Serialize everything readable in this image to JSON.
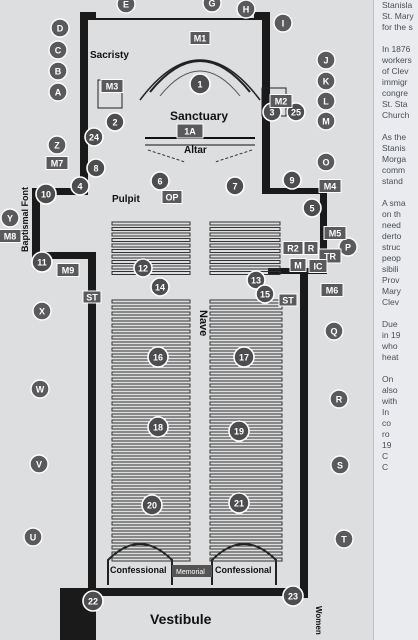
{
  "map": {
    "areas": {
      "sanctuary": "Sanctuary",
      "altar": "Altar",
      "sacristy": "Sacristy",
      "pulpit": "Pulpit",
      "nave": "Nave",
      "vestibule": "Vestibule",
      "baptismal_font": "Baptismal Font",
      "confessional_left": "Confessional",
      "confessional_right": "Confessional",
      "memorial": "Memorial",
      "women": "Women"
    },
    "numbered_markers": [
      "1",
      "2",
      "3",
      "4",
      "5",
      "6",
      "7",
      "8",
      "9",
      "10",
      "11",
      "12",
      "13",
      "14",
      "15",
      "16",
      "17",
      "18",
      "19",
      "20",
      "21",
      "22",
      "23",
      "24",
      "25"
    ],
    "letter_markers": [
      "A",
      "B",
      "C",
      "D",
      "E",
      "G",
      "H",
      "I",
      "J",
      "K",
      "L",
      "M",
      "O",
      "P",
      "Q",
      "R",
      "S",
      "T",
      "U",
      "V",
      "W",
      "X",
      "Y",
      "Z"
    ],
    "box_labels": [
      "M1",
      "M2",
      "M3",
      "M4",
      "M5",
      "M6",
      "M7",
      "M8",
      "M9",
      "1A",
      "OP",
      "TR",
      "R2",
      "R",
      "M",
      "IC",
      "ST",
      "ST"
    ]
  },
  "side_text": {
    "lines": [
      "Stanisla",
      "St. Mary",
      "for the s",
      "",
      "In 1876",
      "workers",
      "of Clev",
      "immigr",
      "congre",
      "St. Sta",
      "Church",
      "",
      "As the",
      "Stanis",
      "Morga",
      "comm",
      "stand",
      "",
      "A sma",
      "on th",
      "need",
      "derto",
      "struc",
      "peop",
      "sibili",
      "Prov",
      "Mary",
      "Clev",
      "",
      "Due",
      "in 19",
      "who",
      "heat",
      "",
      "On",
      "also",
      "with",
      "In",
      "co",
      "ro",
      "19",
      "C",
      "C"
    ]
  },
  "colors": {
    "marker": "#4d4d4f",
    "paper": "#dcdedf",
    "wall": "#1a1a1a"
  }
}
